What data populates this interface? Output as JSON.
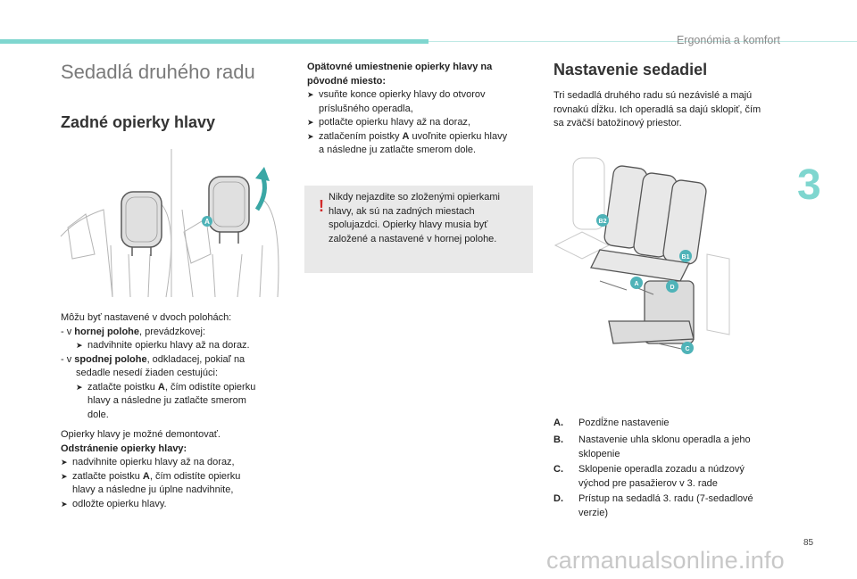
{
  "header": {
    "section_title": "Ergonómia a komfort",
    "chapter_number": "3"
  },
  "left": {
    "main_title": "Sedadlá druhého radu",
    "subtitle": "Zadné opierky hlavy",
    "illustration_callout": "A",
    "positions_intro": "Môžu byť nastavené v dvoch polohách:",
    "upper_prefix": "-   v ",
    "upper_bold": "hornej polohe",
    "upper_rest": ", prevádzkovej:",
    "upper_step": "nadvihnite opierku hlavy až na doraz.",
    "lower_prefix": "-   v ",
    "lower_bold": "spodnej polohe",
    "lower_rest": ", odkladacej, pokiaľ na",
    "lower_rest2": "sedadle nesedí žiaden cestujúci:",
    "lower_step_a": "zatlačte poistku ",
    "lower_step_key": "A",
    "lower_step_b": ", čím odistíte opierku",
    "lower_step_c": "hlavy a následne ju zatlačte smerom",
    "lower_step_d": "dole.",
    "removable": "Opierky hlavy je možné demontovať.",
    "removal_heading": "Odstránenie opierky hlavy:",
    "removal_step1": "nadvihnite opierku hlavy až na doraz,",
    "removal_step2_a": "zatlačte poistku ",
    "removal_step2_key": "A",
    "removal_step2_b": ", čím odistíte opierku",
    "removal_step2_c": "hlavy a následne ju úplne nadvihnite,",
    "removal_step3": "odložte opierku hlavy."
  },
  "middle": {
    "reinstall_heading_1": "Opätovné umiestnenie opierky hlavy na",
    "reinstall_heading_2": "pôvodné miesto:",
    "step1_a": "vsuňte konce opierky hlavy do otvorov",
    "step1_b": "príslušného operadla,",
    "step2": "potlačte opierku hlavy až na doraz,",
    "step3_a": "zatlačením poistky ",
    "step3_key": "A",
    "step3_b": " uvoľnite opierku hlavy",
    "step3_c": "a následne ju zatlačte smerom dole.",
    "warning_1": "Nikdy nejazdite so zloženými opierkami",
    "warning_2": "hlavy, ak sú na zadných miestach",
    "warning_3": "spolujazdci. Opierky hlavy musia byť",
    "warning_4": "založené a nastavené v hornej polohe.",
    "warning_symbol": "!"
  },
  "right": {
    "title": "Nastavenie sedadiel",
    "intro_1": "Tri sedadlá druhého radu sú nezávislé a majú",
    "intro_2": "rovnakú dĺžku. Ich operadlá sa dajú sklopiť, čím",
    "intro_3": "sa zväčší batožinový priestor.",
    "callouts": [
      "B2",
      "B1",
      "A",
      "D",
      "C"
    ],
    "legend": [
      {
        "key": "A.",
        "text_1": "Pozdĺžne nastavenie",
        "text_2": ""
      },
      {
        "key": "B.",
        "text_1": "Nastavenie uhla sklonu operadla a jeho",
        "text_2": "sklopenie"
      },
      {
        "key": "C.",
        "text_1": "Sklopenie operadla zozadu a núdzový",
        "text_2": "východ pre pasažierov v 3. rade"
      },
      {
        "key": "D.",
        "text_1": "Prístup na sedadlá 3. radu (7-sedadlové",
        "text_2": "verzie)"
      }
    ]
  },
  "footer": {
    "page_number": "85",
    "watermark": "carmanualsonline.info"
  },
  "colors": {
    "accent": "#7fd6cf",
    "callout": "#4fb3b8",
    "warning": "#d22a2a",
    "box": "#e9e9e9"
  }
}
